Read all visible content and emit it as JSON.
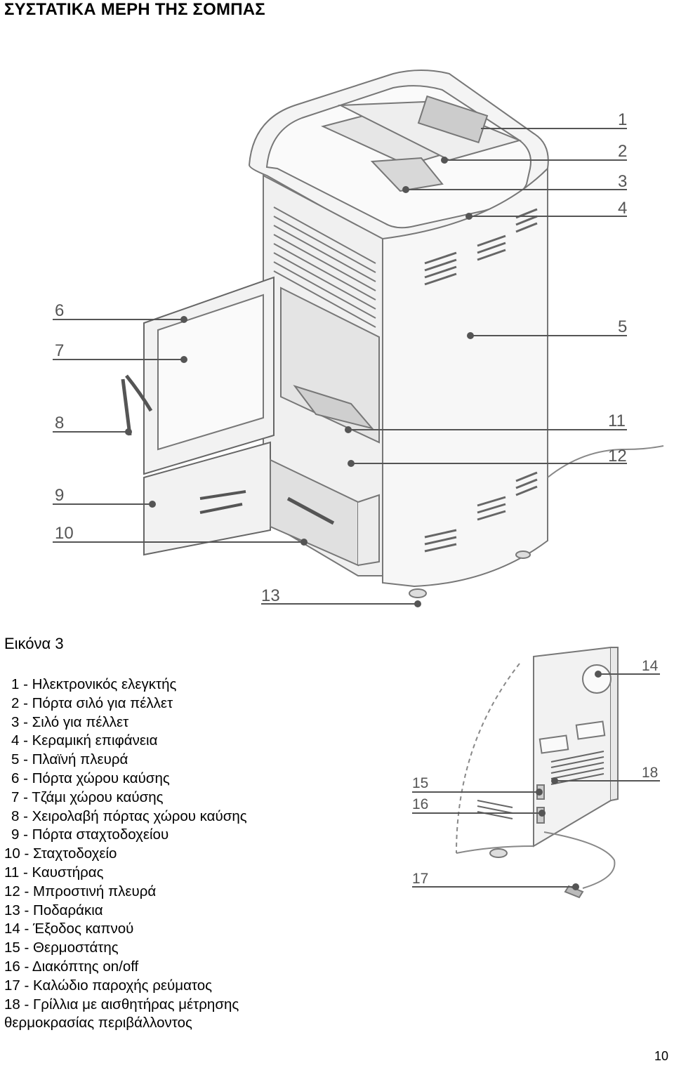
{
  "title": "ΣΥΣΤΑΤΙΚΑ ΜΕΡΗ ΤΗΣ ΣΟΜΠΑΣ",
  "figure": {
    "caption": "Εικόνα 3",
    "callouts_main": [
      "1",
      "2",
      "3",
      "4",
      "5",
      "6",
      "7",
      "8",
      "9",
      "10",
      "11",
      "12",
      "13"
    ],
    "callouts_rear": [
      "14",
      "15",
      "16",
      "17",
      "18"
    ]
  },
  "legend": [
    "1 - Ηλεκτρονικός ελεγκτής",
    "2 - Πόρτα σιλό για πέλλετ",
    "3 - Σιλό για πέλλετ",
    "4 - Κεραμική επιφάνεια",
    "5 - Πλαϊνή πλευρά",
    "6 - Πόρτα χώρου καύσης",
    "7 - Τζάμι χώρου καύσης",
    "8 - Χειρολαβή πόρτας χώρου καύσης",
    "9 -  Πόρτα σταχτοδοχείου",
    "10 - Σταχτοδοχείο",
    "11 - Καυστήρας",
    "12 - Μπροστινή πλευρά",
    "13 - Ποδαράκια",
    "14 - Έξοδος καπνού",
    "15 - Θερμοστάτης",
    "16 - Διακόπτης on/off",
    "17 - Καλώδιο παροχής ρεύματος",
    "18 - Γρίλλια με αισθητήρας μέτρησης",
    "θερμοκρασίας περιβάλλοντος"
  ],
  "page_number": "10"
}
